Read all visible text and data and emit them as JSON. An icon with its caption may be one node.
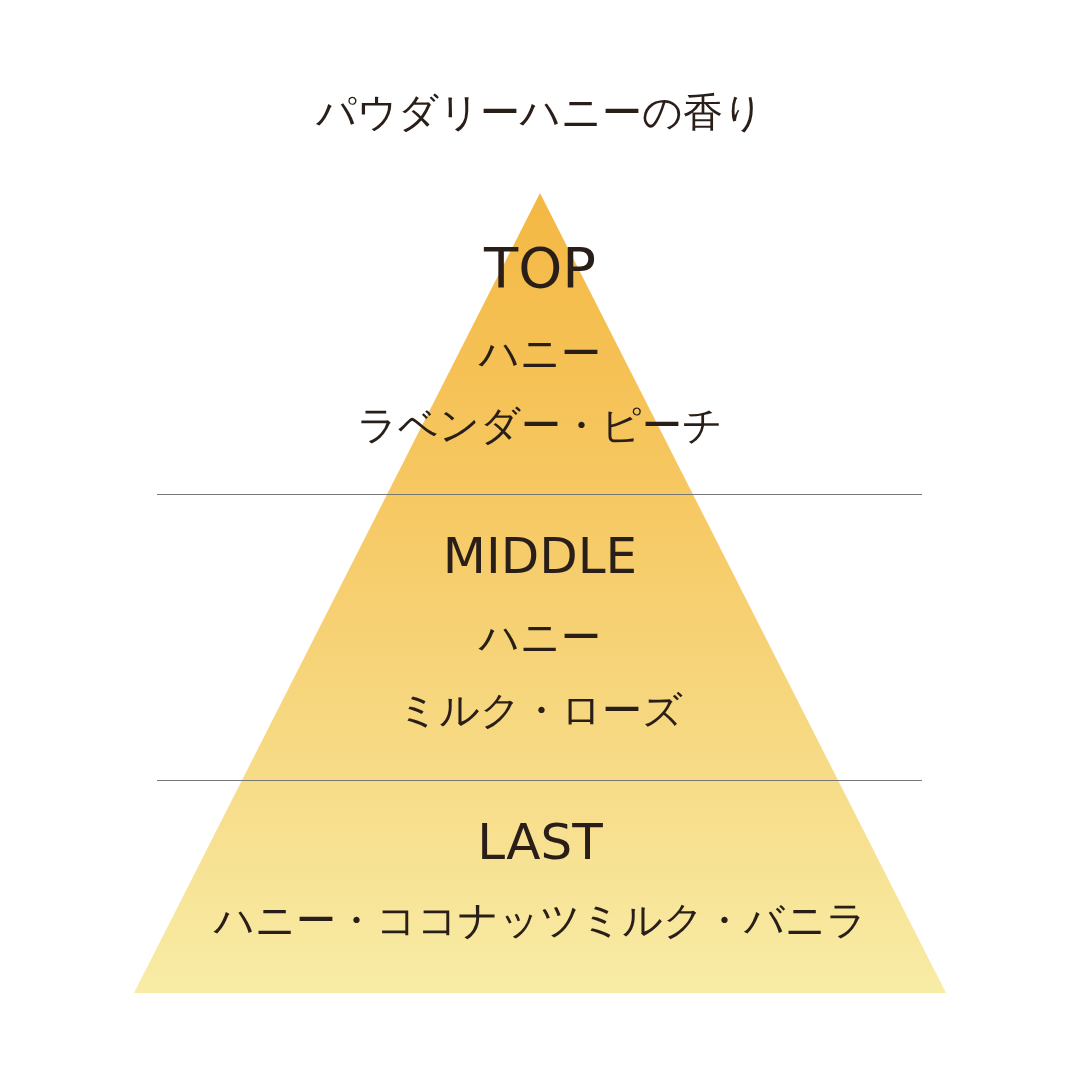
{
  "diagram": {
    "title": "パウダリーハニーの香り",
    "nodes": [
      {
        "text": [
          "TOP",
          "ハニー",
          "ラベンダー・ピーチ"
        ]
      },
      {
        "text": [
          "MIDDLE",
          "ハニー",
          "ミルク・ローズ"
        ]
      },
      {
        "text": [
          "LAST",
          "ハニー・ココナッツミルク・バニラ"
        ]
      }
    ],
    "edges": []
  }
}
